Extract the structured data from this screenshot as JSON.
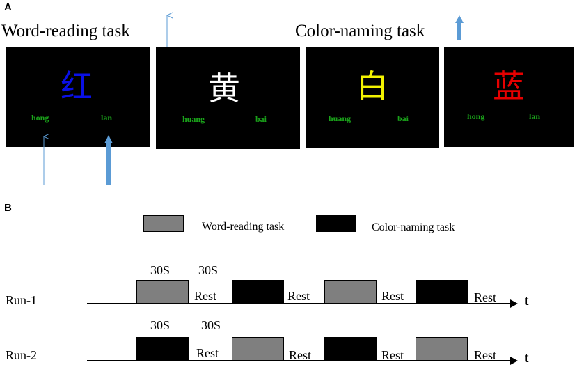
{
  "panel_a": {
    "letter": "A",
    "word_task_title": "Word-reading task",
    "color_task_title": "Color-naming task",
    "screens": [
      {
        "character": "红",
        "char_color": "#0a10e6",
        "pinyin_left": "hong",
        "pinyin_right": "lan"
      },
      {
        "character": "黄",
        "char_color": "#ffffff",
        "pinyin_left": "huang",
        "pinyin_right": "bai"
      },
      {
        "character": "白",
        "char_color": "#f2f200",
        "pinyin_left": "huang",
        "pinyin_right": "bai"
      },
      {
        "character": "蓝",
        "char_color": "#e60000",
        "pinyin_left": "hong",
        "pinyin_right": "lan"
      }
    ],
    "pinyin_color": "#1aa31a",
    "arrow_color": "#5b9bd5"
  },
  "panel_b": {
    "letter": "B",
    "legend": {
      "word_label": "Word-reading task",
      "color_label": "Color-naming task",
      "word_color": "#7f7f7f",
      "color_color": "#000000"
    },
    "runs": [
      {
        "name": "Run-1",
        "duration_label": "30S",
        "rest_duration_label": "30S",
        "blocks": [
          "word",
          "color",
          "word",
          "color"
        ],
        "rest_label": "Rest",
        "axis_label": "t"
      },
      {
        "name": "Run-2",
        "duration_label": "30S",
        "rest_duration_label": "30S",
        "blocks": [
          "color",
          "word",
          "color",
          "word"
        ],
        "rest_label": "Rest",
        "axis_label": "t"
      }
    ]
  }
}
